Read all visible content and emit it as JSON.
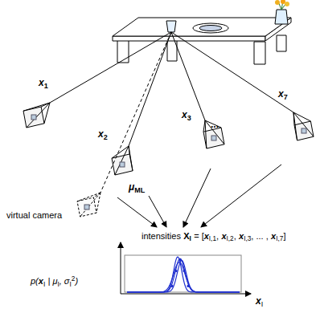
{
  "diagram": {
    "labels": [
      "x",
      "1",
      "x",
      "2",
      "x",
      "3",
      "...",
      "x",
      "7",
      "μ",
      "ML",
      "virtual camera",
      "intensities",
      "X",
      "I",
      "= [",
      "x",
      "I,1",
      ",",
      "x",
      "I,2",
      ",",
      "x",
      "I,3",
      ", ... ,",
      "x",
      "I,7",
      "]",
      "p(",
      "x",
      "I",
      "| μ",
      "I",
      ", σ",
      "I",
      "2",
      ")",
      "x",
      "I"
    ]
  }
}
